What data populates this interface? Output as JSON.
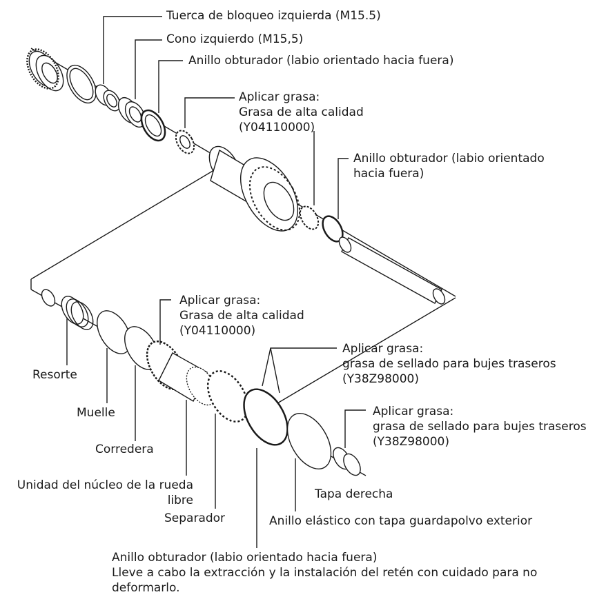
{
  "labels": {
    "left_locknut": "Tuerca de bloqueo izquierda (M15.5)",
    "left_cone": "Cono izquierdo (M15,5)",
    "seal_ring_top": "Anillo obturador (labio orientado hacia fuera)",
    "grease_top": [
      "Aplicar grasa:",
      "Grasa de alta calidad",
      "(Y04110000)"
    ],
    "seal_ring_axle": [
      "Anillo obturador (labio orientado",
      "hacia fuera)"
    ],
    "grease_mid": [
      "Aplicar grasa:",
      "Grasa de alta calidad",
      "(Y04110000)"
    ],
    "grease_seal_1": [
      "Aplicar grasa:",
      "grasa de sellado para bujes traseros",
      "(Y38Z98000)"
    ],
    "grease_seal_2": [
      "Aplicar grasa:",
      "grasa de sellado para bujes traseros",
      "(Y38Z98000)"
    ],
    "spring": "Resorte",
    "muelle": "Muelle",
    "slider": "Corredera",
    "freewheel_body": [
      "Unidad del núcleo de la rueda",
      "libre"
    ],
    "spacer": "Separador",
    "right_cap": "Tapa derecha",
    "snap_ring": "Anillo elástico con tapa guardapolvo exterior",
    "seal_ring_bottom": [
      "Anillo obturador (labio orientado hacia fuera)",
      "Lleve a cabo la extracción y la instalación del retén con cuidado para no",
      "deformarlo."
    ]
  }
}
